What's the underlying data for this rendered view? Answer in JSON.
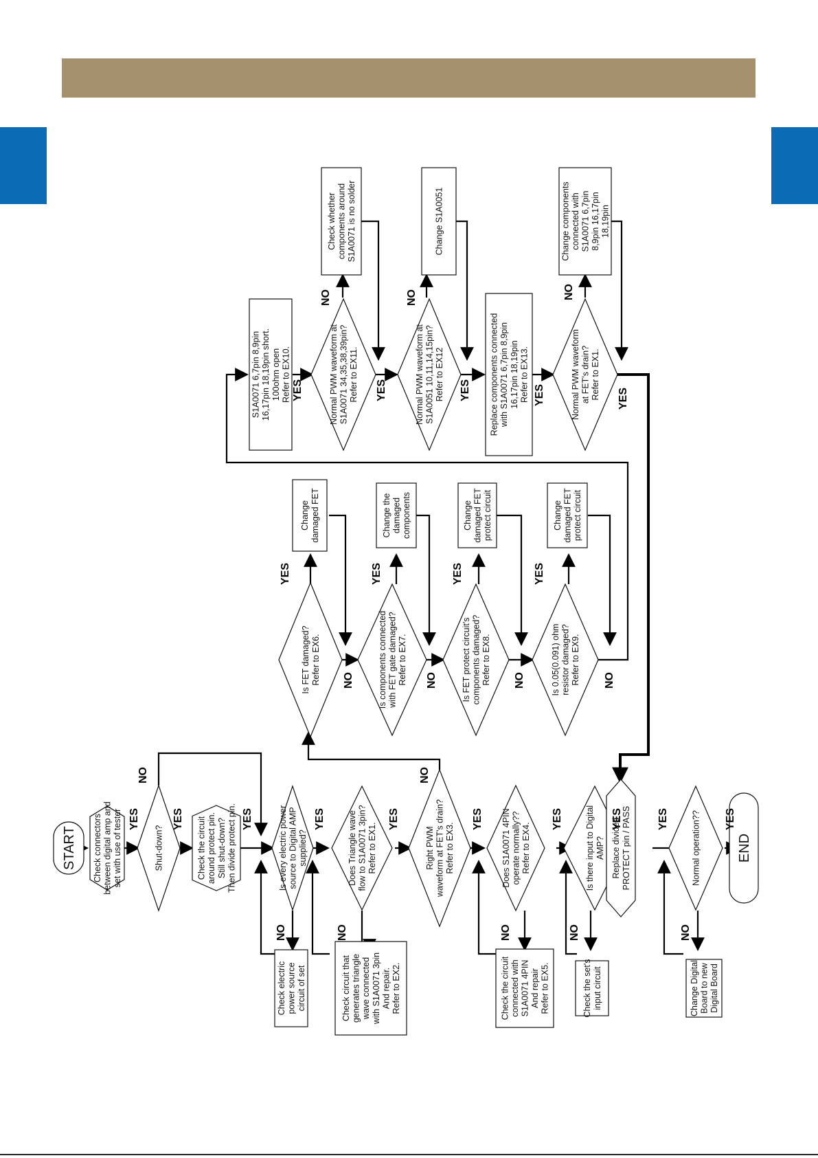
{
  "colors": {
    "banner": "#a6916f",
    "side_tab": "#0b6cb5",
    "line": "#000000"
  },
  "edge_labels": {
    "yes": "YES",
    "no": "NO"
  },
  "nodes": {
    "start": {
      "text": [
        "START"
      ]
    },
    "n1": {
      "text": [
        "Check connectors",
        "between digital amp and",
        "set with use of tester"
      ]
    },
    "n2": {
      "text": [
        "Shut-down?"
      ]
    },
    "n3": {
      "text": [
        "Check the circuit",
        "around protect pin.",
        "Still shut-down?",
        "Then divide protect pin."
      ]
    },
    "n4": {
      "text": [
        "Is every electric power",
        "source to Digital AMP",
        "supplied?"
      ]
    },
    "n5": {
      "text": [
        "Does Triangle wave",
        "flow to S1A0071 3pin?",
        "Refer to EX1."
      ]
    },
    "n6": {
      "text": [
        "Right PWM",
        "waveform at FET's drain?",
        "Refer to EX3."
      ]
    },
    "n7": {
      "text": [
        "Does S1A0071 4PIN",
        "operate normally??",
        "Refer to EX4."
      ]
    },
    "n8": {
      "text": [
        "Is there input to Digital",
        "AMP?"
      ]
    },
    "n9": {
      "text": [
        "Replace divided",
        "PROTECT pin / PASS"
      ]
    },
    "n10": {
      "text": [
        "Normal operation??"
      ]
    },
    "end": {
      "text": [
        "END"
      ]
    },
    "b1": {
      "text": [
        "Check electric",
        "power source",
        "circuit of set"
      ]
    },
    "b2": {
      "text": [
        "Check circuit that",
        "generates triangle",
        "wave connected",
        "with S1A0071 3pin",
        "And repair.",
        "Refer to EX2."
      ]
    },
    "b3": {
      "text": [
        "Check the circuit",
        "connected with",
        "S1A0071 4PIN",
        "And repair",
        "Refer to EX5."
      ]
    },
    "b4": {
      "text": [
        "Check the set's",
        "input circuit"
      ]
    },
    "b5": {
      "text": [
        "Change Digital",
        "Board to new",
        "Digital Board"
      ]
    },
    "m1": {
      "text": [
        "Is FET damaged?",
        "Refer to EX6."
      ]
    },
    "m2": {
      "text": [
        "Is components connected",
        "with FET gate damaged?",
        "Refer to EX7."
      ]
    },
    "m3": {
      "text": [
        "Is FET protect circuit's",
        "components damaged?",
        "Refer to EX8."
      ]
    },
    "m4": {
      "text": [
        "Is 0.05(0.091) ohm",
        "resistor damaged?",
        "Refer to EX9."
      ]
    },
    "c1": {
      "text": [
        "Change",
        "damaged FET"
      ]
    },
    "c2": {
      "text": [
        "Change the",
        "damaged",
        "components"
      ]
    },
    "c3": {
      "text": [
        "Change",
        "damaged FET",
        "protect circuit"
      ]
    },
    "c4": {
      "text": [
        "Change",
        "damaged FET",
        "protect circuit"
      ]
    },
    "t1": {
      "text": [
        "S1A0071 6,7pin 8,9pin",
        "16,17pin 18,19pin short.",
        "100ohm open",
        "Refer to EX10."
      ]
    },
    "t2": {
      "text": [
        "Normal PWM waveform at",
        "S1A0071 34,35,38,39pin?",
        "Refer to EX11."
      ]
    },
    "t3": {
      "text": [
        "Normal PWM waveform at",
        "S1A0051 10,11,14,15pin?",
        "Refer to EX12"
      ]
    },
    "t4": {
      "text": [
        "Replace components connected",
        "with S1A0071 6,7pin 8,9pin",
        "16,17pin 18,19pin",
        "Refer to EX13."
      ]
    },
    "t5": {
      "text": [
        "Normal PWM waveform",
        "at FET's drain?",
        "Refer to EX1."
      ]
    },
    "u1": {
      "text": [
        "Check whether",
        "components around",
        "S1A0071 is no solder"
      ]
    },
    "u2": {
      "text": [
        "Change S1A0051"
      ]
    },
    "u3": {
      "text": [
        "Change components",
        "connected with",
        "S1A0071 6,7pin",
        "8,9pin 16,17pin",
        "18,19pin"
      ]
    }
  }
}
